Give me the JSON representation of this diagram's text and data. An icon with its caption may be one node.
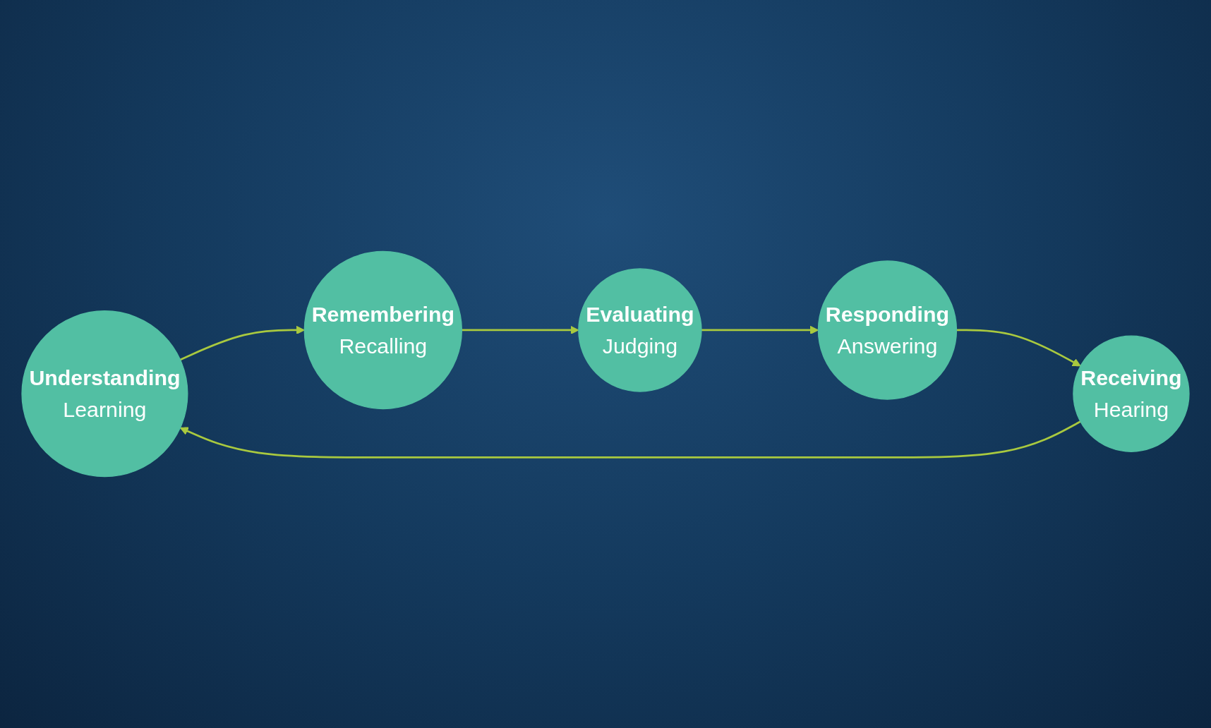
{
  "diagram": {
    "nodes": [
      {
        "text": [
          "Understanding",
          "Learning"
        ]
      },
      {
        "text": [
          "Remembering",
          "Recalling"
        ]
      },
      {
        "text": [
          "Evaluating",
          "Judging"
        ]
      },
      {
        "text": [
          "Responding",
          "Answering"
        ]
      },
      {
        "text": [
          "Receiving",
          "Hearing"
        ]
      }
    ],
    "edges": [
      {
        "from": 0,
        "to": 1,
        "arrow": "to"
      },
      {
        "from": 1,
        "to": 2,
        "arrow": "to"
      },
      {
        "from": 2,
        "to": 3,
        "arrow": "to"
      },
      {
        "from": 3,
        "to": 4,
        "arrow": "to"
      },
      {
        "from": 4,
        "to": 0,
        "arrow": "to"
      }
    ]
  }
}
